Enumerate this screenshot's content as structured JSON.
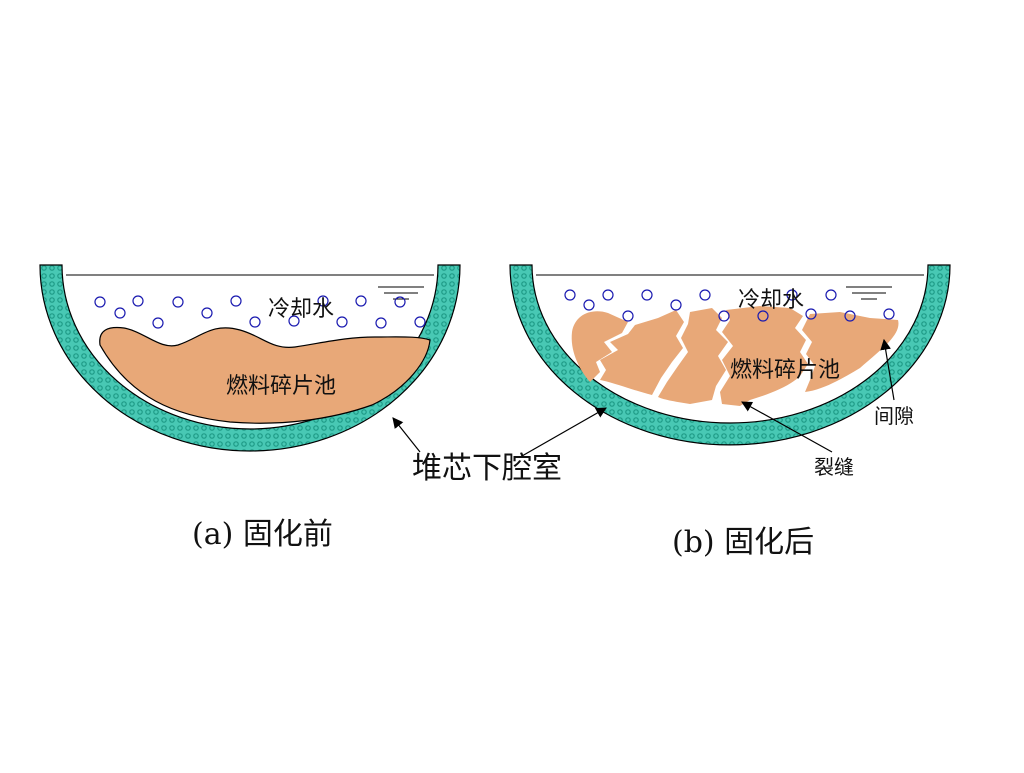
{
  "colors": {
    "vessel_wall": "#48c8b4",
    "vessel_pattern": "#1e9a86",
    "debris": "#e8a878",
    "bubble": "#1a1ab0",
    "outline": "#000000"
  },
  "panel_a": {
    "water_label": "冷却水",
    "debris_label": "燃料碎片池",
    "caption": "(a) 固化前"
  },
  "panel_b": {
    "water_label": "冷却水",
    "debris_label": "燃料碎片池",
    "caption": "(b) 固化后",
    "gap_label": "间隙",
    "crack_label": "裂缝"
  },
  "shared_label": "堆芯下腔室"
}
